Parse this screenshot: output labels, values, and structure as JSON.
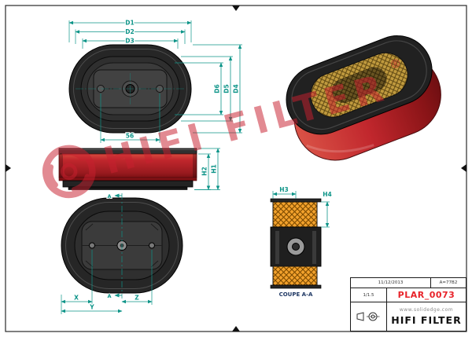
{
  "watermark": {
    "text": "HIFI FILTER",
    "registered": "®"
  },
  "views": {
    "top": {
      "dims": {
        "d1": "D1",
        "d2": "D2",
        "d3": "D3",
        "d4": "D4",
        "d5": "D5",
        "d6": "D6",
        "holes": "56"
      }
    },
    "side": {
      "dims": {
        "h1": "H1",
        "h2": "H2"
      }
    },
    "bottom": {
      "dims": {
        "x": "X",
        "y": "Y",
        "z": "Z"
      },
      "section_label": "A"
    },
    "section": {
      "dims": {
        "h3": "H3",
        "h4": "H4"
      },
      "caption": "COUPE A-A"
    }
  },
  "title_block": {
    "date": "11/12/2013",
    "ref": "A=77B2",
    "scale": "1/1.5",
    "part_number": "PLAR_0073",
    "website": "www.solidedge.com",
    "company": "HIFI FILTER"
  },
  "colors": {
    "body_red": "#c1272d",
    "dimension_teal": "#0d9488",
    "hatch_orange": "#f2a12c",
    "part_number_red": "#e8232a",
    "watermark_red": "#c8202f"
  }
}
